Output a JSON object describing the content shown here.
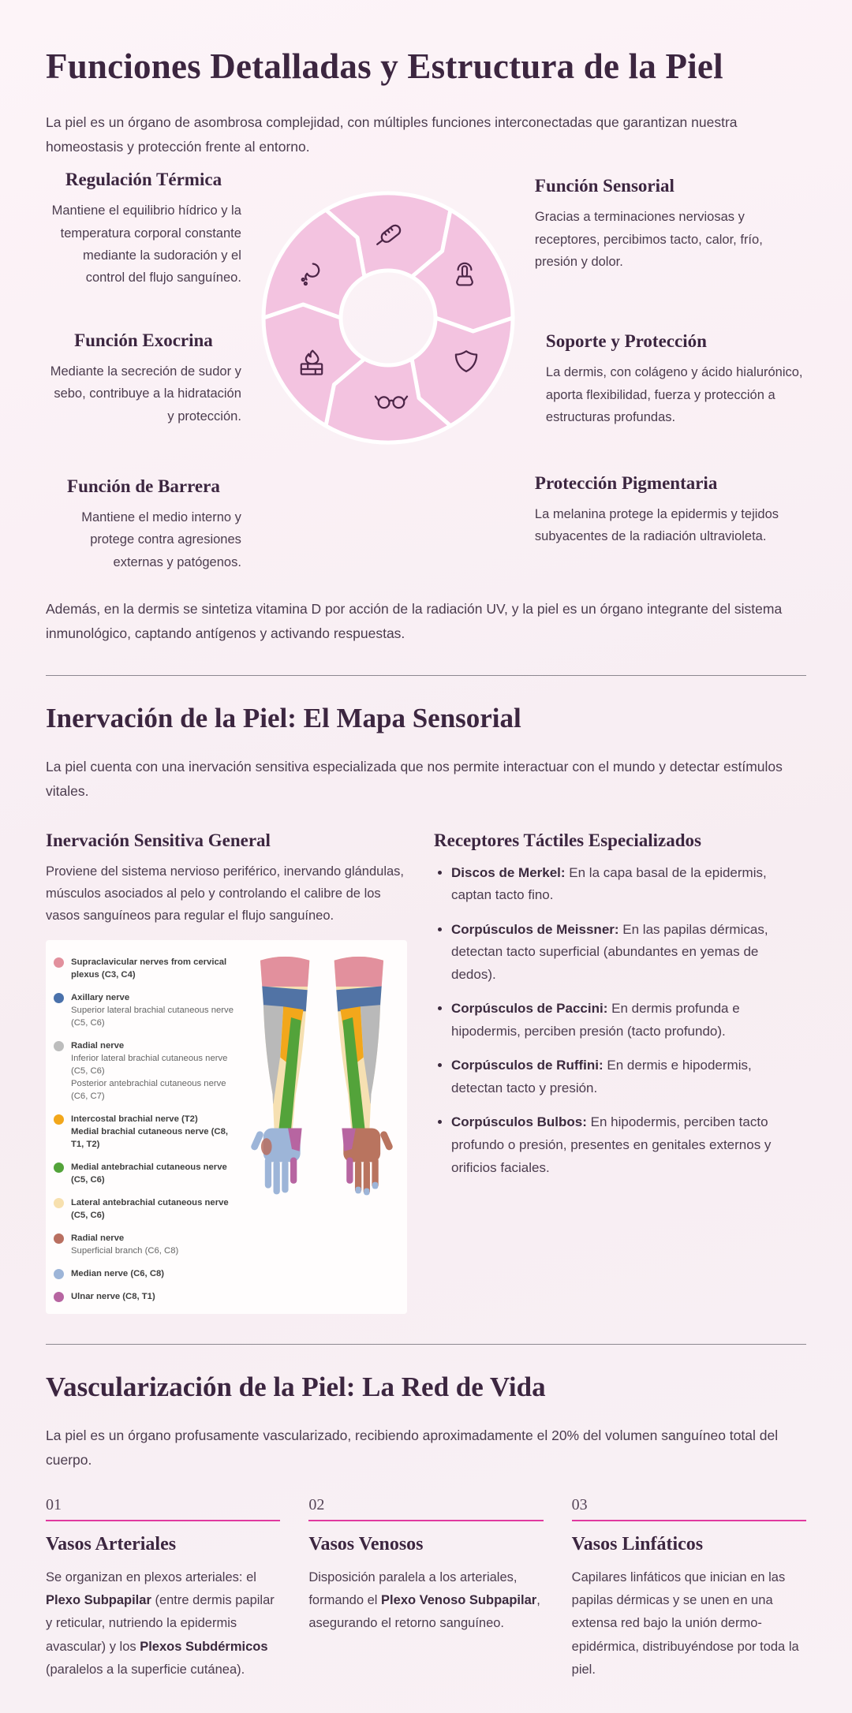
{
  "theme": {
    "background_top": "#fdf4f8",
    "segment_pink": "#f3c3e0",
    "segment_gap": "#ffffff",
    "icon_stroke": "#4c2547",
    "accent_magenta": "#e0399f",
    "heading": "#3c2640",
    "body_text": "#4b3c4e",
    "divider": "#8d8890"
  },
  "header": {
    "title": "Funciones Detalladas y Estructura de la Piel",
    "intro": "La piel es un órgano de asombrosa complejidad, con múltiples funciones interconectadas que garantizan nuestra homeostasis y protección frente al entorno."
  },
  "functions_diagram": {
    "left": [
      {
        "icon": "thermometer-icon",
        "title": "Regulación Térmica",
        "text": "Mantiene el equilibrio hídrico y la temperatura corporal constante mediante la sudoración y el control del flujo sanguíneo."
      },
      {
        "icon": "sweat-gland-icon",
        "title": "Función Exocrina",
        "text": "Mediante la secreción de sudor y sebo, contribuye a la hidratación y protección."
      },
      {
        "icon": "firewall-icon",
        "title": "Función de Barrera",
        "text": "Mantiene el medio interno y protege contra agresiones externas y patógenos."
      }
    ],
    "right": [
      {
        "icon": "touch-icon",
        "title": "Función Sensorial",
        "text": "Gracias a terminaciones nerviosas y receptores, percibimos tacto, calor, frío, presión y dolor."
      },
      {
        "icon": "shield-icon",
        "title": "Soporte y Protección",
        "text": "La dermis, con colágeno y ácido hialurónico, aporta flexibilidad, fuerza y protección a estructuras profundas."
      },
      {
        "icon": "glasses-icon",
        "title": "Protección Pigmentaria",
        "text": "La melanina protege la epidermis y tejidos subyacentes de la radiación ultravioleta."
      }
    ],
    "closing": "Además, en la dermis se sintetiza vitamina D por acción de la radiación UV, y la piel es un órgano integrante del sistema inmunológico, captando antígenos y activando respuestas."
  },
  "innervation": {
    "heading": "Inervación de la Piel: El Mapa Sensorial",
    "intro": "La piel cuenta con una inervación sensitiva especializada que nos permite interactuar con el mundo y detectar estímulos vitales.",
    "general": {
      "title": "Inervación Sensitiva General",
      "text": "Proviene del sistema nervioso periférico, inervando glándulas, músculos asociados al pelo y controlando el calibre de los vasos sanguíneos para regular el flujo sanguíneo."
    },
    "legend": {
      "items": [
        {
          "color": "#e2909d",
          "lines": [
            "Supraclavicular nerves from cervical plexus (C3, C4)"
          ]
        },
        {
          "color": "#4a71ab",
          "lines": [
            "Axillary nerve",
            "Superior lateral brachial cutaneous nerve (C5, C6)"
          ]
        },
        {
          "color": "#bdbdbd",
          "lines": [
            "Radial nerve",
            "Inferior lateral brachial cutaneous nerve (C5, C6)",
            "Posterior antebrachial cutaneous nerve (C6, C7)"
          ]
        },
        {
          "color": "#f2a71b",
          "lines": [
            "Intercostal brachial nerve (T2)",
            "Medial brachial cutaneous nerve (C8, T1, T2)"
          ]
        },
        {
          "color": "#53a33a",
          "lines": [
            "Medial antebrachial cutaneous nerve (C5, C6)"
          ]
        },
        {
          "color": "#f7e0ae",
          "lines": [
            "Lateral antebrachial cutaneous nerve (C5, C6)"
          ]
        },
        {
          "color": "#b96f60",
          "lines": [
            "Radial nerve",
            "Superficial branch (C6, C8)"
          ]
        },
        {
          "color": "#9db5d8",
          "lines": [
            "Median nerve (C6, C8)"
          ]
        },
        {
          "color": "#b765a1",
          "lines": [
            "Ulnar nerve (C8, T1)"
          ]
        }
      ]
    },
    "receptors": {
      "title": "Receptores Táctiles Especializados",
      "items": [
        {
          "lead": "Discos de Merkel:",
          "text": " En la capa basal de la epidermis, captan tacto fino."
        },
        {
          "lead": "Corpúsculos de Meissner:",
          "text": " En las papilas dérmicas, detectan tacto superficial (abundantes en yemas de dedos)."
        },
        {
          "lead": "Corpúsculos de Paccini:",
          "text": " En dermis profunda e hipodermis, perciben presión (tacto profundo)."
        },
        {
          "lead": "Corpúsculos de Ruffini:",
          "text": " En dermis e hipodermis, detectan tacto y presión."
        },
        {
          "lead": "Corpúsculos Bulbos:",
          "text": " En hipodermis, perciben tacto profundo o presión, presentes en genitales externos y orificios faciales."
        }
      ]
    }
  },
  "vascularization": {
    "heading": "Vascularización de la Piel: La Red de Vida",
    "intro": "La piel es un órgano profusamente vascularizado, recibiendo aproximadamente el 20% del volumen sanguíneo total del cuerpo.",
    "cards": [
      {
        "num": "01",
        "title": "Vasos Arteriales",
        "body": [
          {
            "t": "Se organizan en plexos arteriales: el "
          },
          {
            "t": "Plexo Subpapilar",
            "b": true
          },
          {
            "t": " (entre dermis papilar y reticular, nutriendo la epidermis avascular) y los "
          },
          {
            "t": "Plexos Subdérmicos",
            "b": true
          },
          {
            "t": " (paralelos a la superficie cutánea)."
          }
        ]
      },
      {
        "num": "02",
        "title": "Vasos Venosos",
        "body": [
          {
            "t": "Disposición paralela a los arteriales, formando el "
          },
          {
            "t": "Plexo Venoso Subpapilar",
            "b": true
          },
          {
            "t": ", asegurando el retorno sanguíneo."
          }
        ]
      },
      {
        "num": "03",
        "title": "Vasos Linfáticos",
        "body": [
          {
            "t": "Capilares linfáticos que inician en las papilas dérmicas y se unen en una extensa red bajo la unión dermo-epidérmica, distribuyéndose por toda la piel."
          }
        ]
      }
    ]
  }
}
